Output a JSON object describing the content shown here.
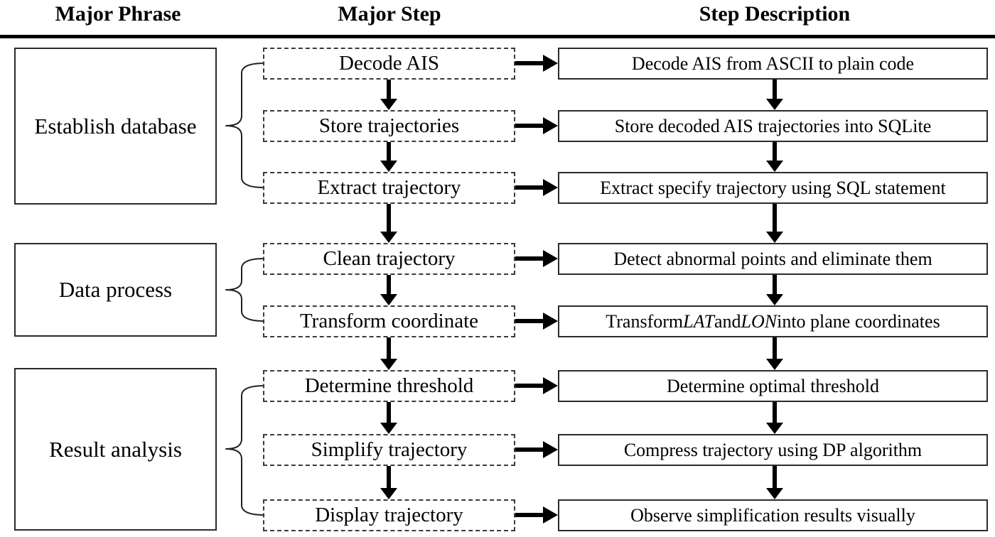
{
  "header": {
    "col1": "Major Phrase",
    "col2": "Major Step",
    "col3": "Step Description"
  },
  "phases": [
    {
      "label": "Establish database"
    },
    {
      "label": "Data process"
    },
    {
      "label": "Result analysis"
    }
  ],
  "steps": [
    {
      "step": "Decode AIS",
      "desc": [
        {
          "t": "Decode AIS from ASCII to plain code"
        }
      ]
    },
    {
      "step": "Store trajectories",
      "desc": [
        {
          "t": "Store decoded AIS trajectories into SQLite"
        }
      ]
    },
    {
      "step": "Extract trajectory",
      "desc": [
        {
          "t": "Extract specify trajectory using SQL statement"
        }
      ]
    },
    {
      "step": "Clean trajectory",
      "desc": [
        {
          "t": "Detect abnormal points and eliminate them"
        }
      ]
    },
    {
      "step": "Transform coordinate",
      "desc": [
        {
          "t": "Transform "
        },
        {
          "t": "LAT",
          "italic": true
        },
        {
          "t": " and "
        },
        {
          "t": "LON",
          "italic": true
        },
        {
          "t": " into plane coordinates"
        }
      ]
    },
    {
      "step": "Determine threshold",
      "desc": [
        {
          "t": "Determine optimal threshold"
        }
      ]
    },
    {
      "step": "Simplify trajectory",
      "desc": [
        {
          "t": "Compress trajectory using DP algorithm"
        }
      ]
    },
    {
      "step": "Display trajectory",
      "desc": [
        {
          "t": "Observe simplification results visually"
        }
      ]
    }
  ],
  "colors": {
    "ink": "#000000",
    "box_border": "#2b2b2b",
    "background": "#ffffff"
  }
}
